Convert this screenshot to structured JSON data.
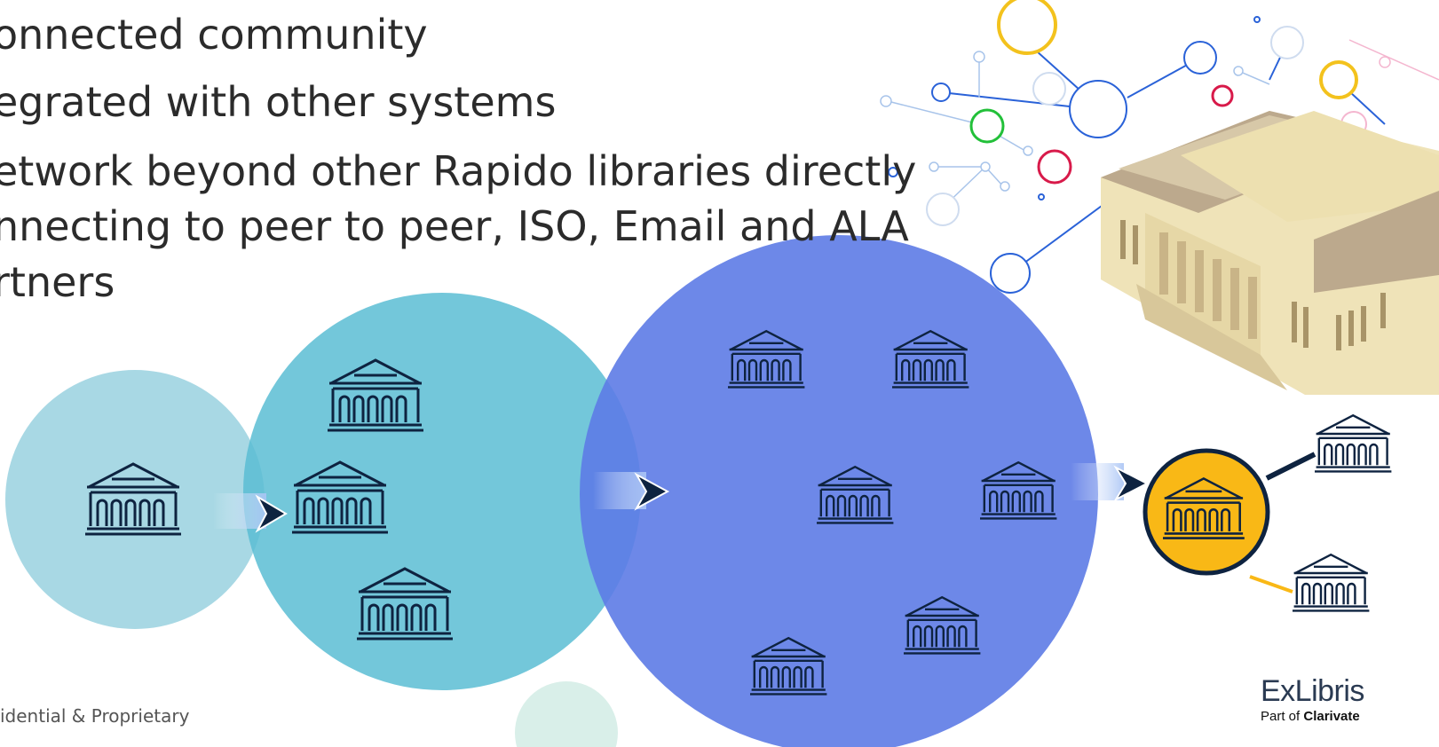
{
  "bullets": {
    "line1": "onnected community",
    "line2": "egrated with other systems",
    "line3a": "etwork beyond other Rapido libraries directly",
    "line3b": "nnecting to peer to peer, ISO, Email and ALA",
    "line3c": "rtners"
  },
  "footer": {
    "text": "idential & Proprietary"
  },
  "logo": {
    "name": "ExLibris",
    "sub_prefix": "Part of ",
    "sub_brand": "Clarivate"
  },
  "colors": {
    "circle_small": "#a8d8e4",
    "circle_medium": "#5bbdd3",
    "circle_large": "#5d7be6",
    "hub_fill": "#f9b816",
    "hub_stroke": "#0e2340",
    "icon_stroke": "#0e2340",
    "arrow": "#0e2340"
  },
  "icons": [
    "library-icon",
    "chevron-right-icon",
    "network-node-icon",
    "library-building-illustration"
  ]
}
